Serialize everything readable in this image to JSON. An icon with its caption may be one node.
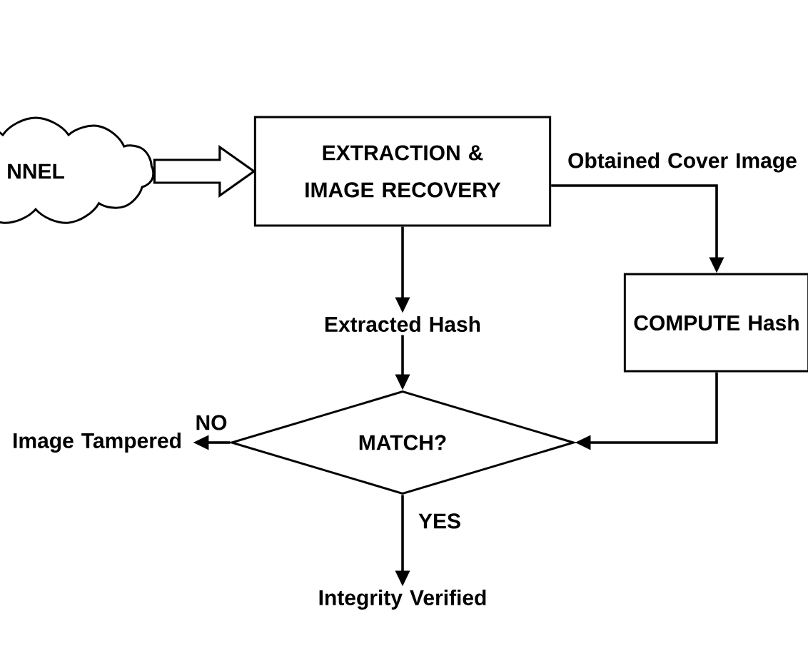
{
  "diagram": {
    "nodes": [
      {
        "text": [
          "NNEL"
        ]
      },
      {
        "text": [
          "EXTRACTION & IMAGE RECOVERY"
        ]
      },
      {
        "text": [
          "Extracted Hash"
        ]
      },
      {
        "text": [
          "COMPUTE Hash"
        ]
      },
      {
        "text": [
          "MATCH?"
        ]
      },
      {
        "text": [
          "Image Tampered"
        ]
      },
      {
        "text": [
          "Integrity Verified"
        ]
      }
    ],
    "edges": [
      {
        "from": 0,
        "to": 1,
        "arrow": "to",
        "style": "thick"
      },
      {
        "from": 1,
        "to": 3,
        "arrow": "to",
        "label": "Obtained Cover Image"
      },
      {
        "from": 1,
        "to": 2,
        "arrow": "to"
      },
      {
        "from": 2,
        "to": 4,
        "arrow": "to"
      },
      {
        "from": 3,
        "to": 4,
        "arrow": "to"
      },
      {
        "from": 4,
        "to": 5,
        "arrow": "to",
        "label": "NO"
      },
      {
        "from": 4,
        "to": 6,
        "arrow": "to",
        "label": "YES"
      }
    ]
  }
}
